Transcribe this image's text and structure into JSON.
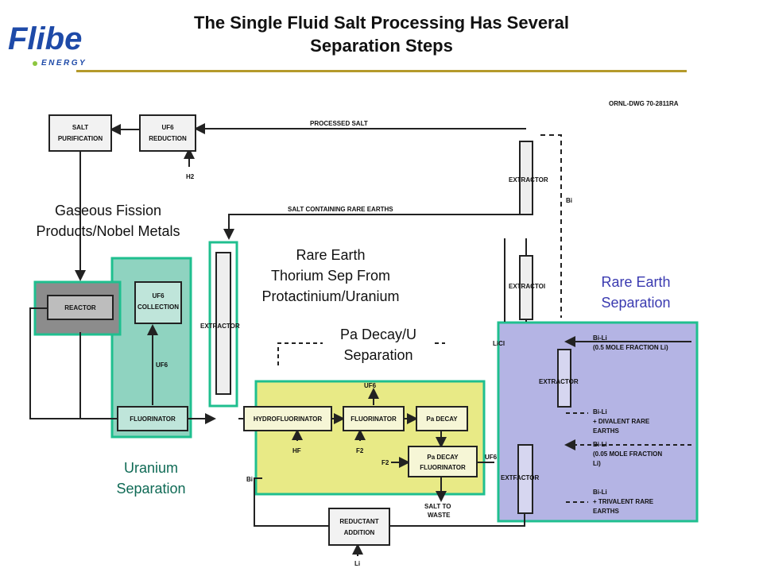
{
  "header": {
    "title_line1": "The Single Fluid Salt Processing Has Several",
    "title_line2": "Separation Steps",
    "logo_text": "Flibe",
    "logo_subtext": "ENERGY",
    "accent_rule_color": "#b59a2b"
  },
  "drawing": {
    "id": "ORNL-DWG 70-2811RA",
    "blocks": {
      "salt_purification": [
        "SALT",
        "PURIFICATION"
      ],
      "uf6_reduction": [
        "UF6",
        "REDUCTION"
      ],
      "reactor": "REACTOR",
      "uf6_collection": [
        "UF6",
        "COLLECTION"
      ],
      "fluorinator_1": "FLUORINATOR",
      "extractor_vertical": "EXTRACTOR",
      "hydrofluorinator": "HYDROFLUORINATOR",
      "fluorinator_2": "FLUORINATOR",
      "pa_decay": "Pa DECAY",
      "pa_decay_fluorinator": [
        "Pa DECAY",
        "FLUORINATOR"
      ],
      "extractor_top": "EXTRACTOR",
      "extractor_mid": "EXTRACTOI",
      "extractor_right": "EXTRACTOR",
      "extractor_bottom": "EXTFACTOR",
      "reductant_addition": [
        "REDUCTANT",
        "ADDITION"
      ]
    },
    "flow_labels": {
      "processed_salt": "PROCESSED SALT",
      "salt_rare_earths": "SALT CONTAINING RARE EARTHS",
      "h2": "H2",
      "uf6_up": "UF6",
      "uf6_top": "UF6",
      "uf6_side": "UF6",
      "hf": "HF",
      "f2_a": "F2",
      "f2_b": "F2",
      "bi_top": "Bi",
      "licl": "LiCl",
      "bi_left": "Bi",
      "salt_to_waste": [
        "SALT TO",
        "WASTE"
      ],
      "li": "Li",
      "bili_05": [
        "Bi-Li",
        "(0.5 MOLE FRACTION Li)"
      ],
      "bili_divalent": [
        "Bi-Li",
        "+ DIVALENT RARE",
        "EARTHS"
      ],
      "bili_005": [
        "Bi-Li",
        "(0.05 MOLE FRACTION",
        "Li)"
      ],
      "bili_trivalent": [
        "Bi-Li",
        "+ TRIVALENT RARE",
        "EARTHS"
      ]
    }
  },
  "annotations": {
    "gaseous": [
      "Gaseous Fission",
      "Products/Nobel Metals"
    ],
    "rare_earth_thorium": [
      "Rare Earth",
      "Thorium Sep From",
      "Protactinium/Uranium"
    ],
    "pa_decay_u": [
      "Pa Decay/U",
      "Separation"
    ],
    "rare_earth_sep": [
      "Rare Earth",
      "Separation"
    ],
    "uranium_sep": [
      "Uranium",
      "Separation"
    ]
  },
  "colors": {
    "uranium_zone": "#8fd3c0",
    "yellow_zone": "#e8ea86",
    "blue_zone": "#b4b4e4",
    "zone_border": "#1fbf8f",
    "reactor_fill": "#8c8c8c",
    "blue_text": "#3a3ab0",
    "green_text": "#0f6a55"
  }
}
